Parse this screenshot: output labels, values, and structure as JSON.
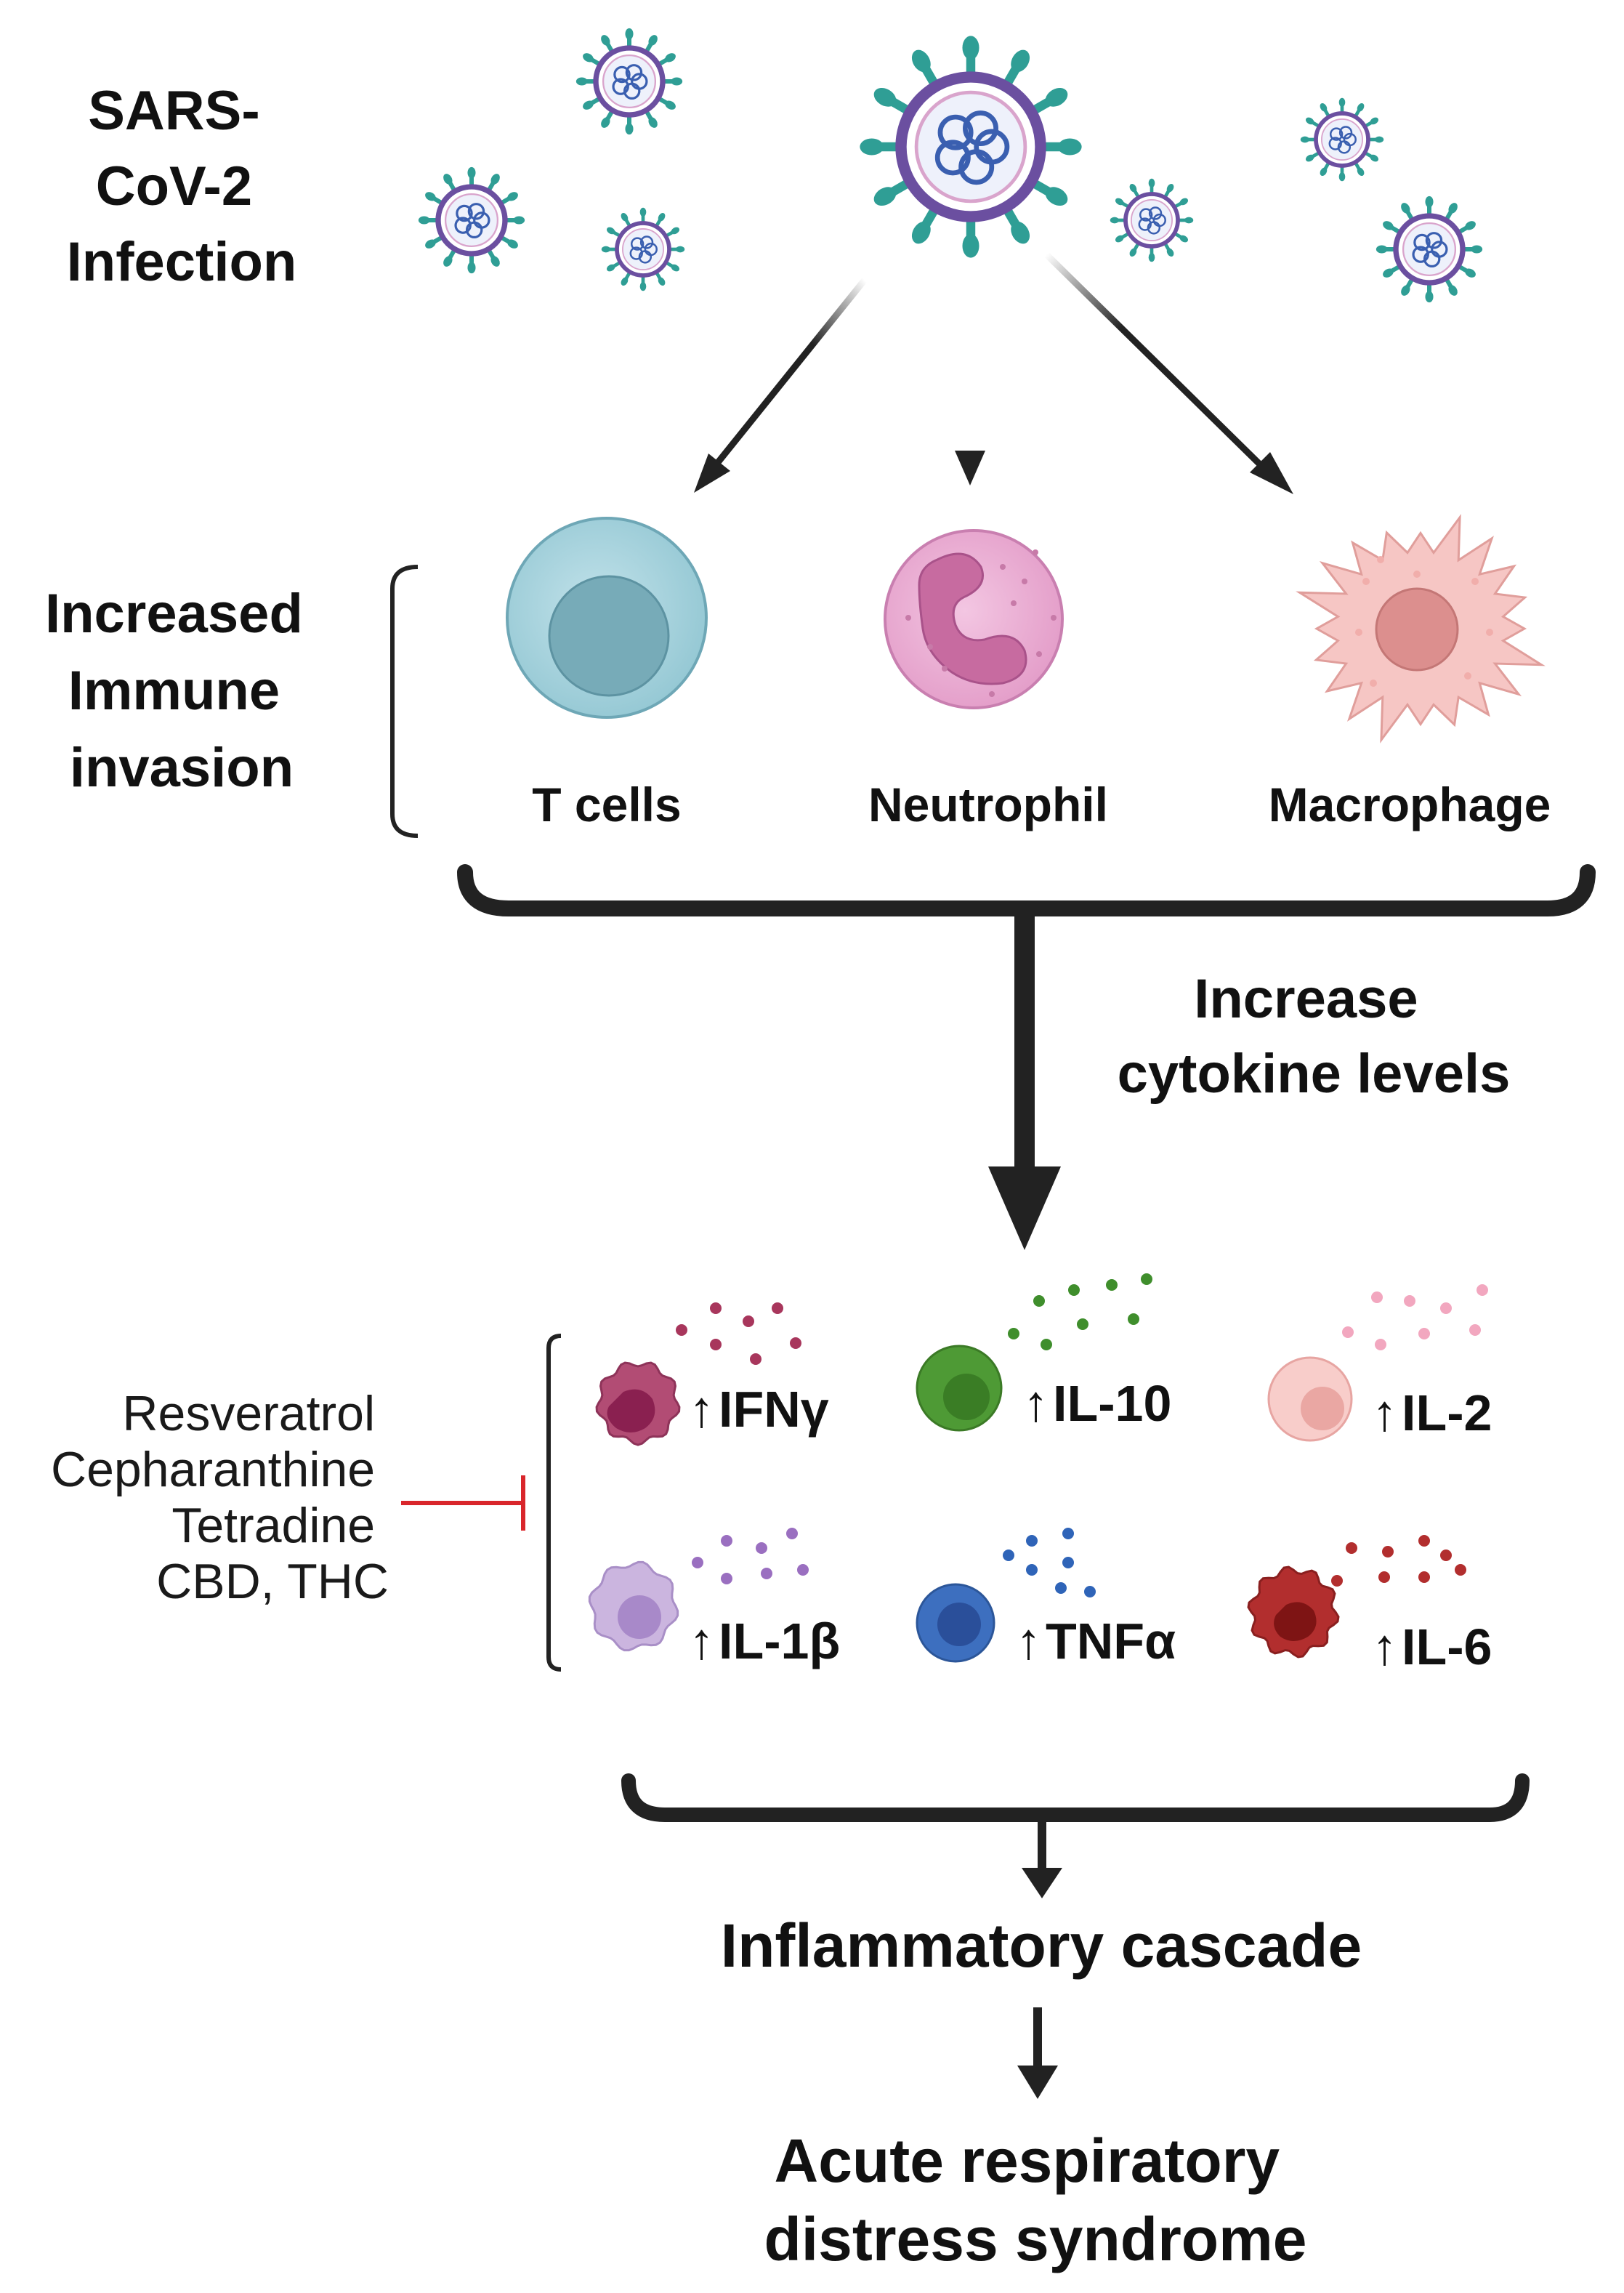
{
  "infection": {
    "lines": [
      "SARS-",
      "CoV-2",
      "Infection"
    ]
  },
  "invasion": {
    "lines": [
      "Increased",
      "Immune",
      "invasion"
    ]
  },
  "cells": [
    {
      "label": "T cells"
    },
    {
      "label": "Neutrophil"
    },
    {
      "label": "Macrophage"
    }
  ],
  "cytokine_step": {
    "lines": [
      "Increase",
      "cytokine levels"
    ]
  },
  "cytokines": [
    {
      "arrow": "↑",
      "label": "IFNγ"
    },
    {
      "arrow": "↑",
      "label": "IL-10"
    },
    {
      "arrow": "↑",
      "label": "IL-2"
    },
    {
      "arrow": "↑",
      "label": "IL-1β"
    },
    {
      "arrow": "↑",
      "label": "TNFα"
    },
    {
      "arrow": "↑",
      "label": "IL-6"
    }
  ],
  "inhibitors": [
    "Resveratrol",
    "Cepharanthine",
    "Tetradine",
    "CBD, THC"
  ],
  "cascade": {
    "label": "Inflammatory cascade"
  },
  "outcome": {
    "lines": [
      "Acute respiratory",
      "distress syndrome"
    ]
  },
  "colors": {
    "virus_spike": "#2f9e95",
    "virus_envelope": "#6b4fa0",
    "virus_rna": "#3a5fb0",
    "tcell": "#9fcfd9",
    "neutrophil": "#e9a8cf",
    "macrophage": "#f4c3c1",
    "inhibit": "#d9262b",
    "arrow": "#222222"
  }
}
